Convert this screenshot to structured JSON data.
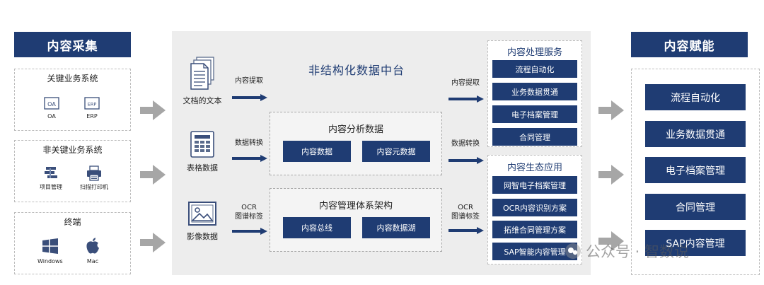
{
  "left": {
    "header": "内容采集",
    "groups": [
      {
        "title": "关键业务系统",
        "items": [
          {
            "icon_text": "OA",
            "label": "OA"
          },
          {
            "icon_text": "ERP",
            "label": "ERP"
          }
        ]
      },
      {
        "title": "非关键业务系统",
        "items": [
          {
            "label": "项目管理"
          },
          {
            "label": "扫描打印机"
          }
        ]
      },
      {
        "title": "终端",
        "items": [
          {
            "label": "Windows"
          },
          {
            "label": "Mac"
          }
        ]
      }
    ]
  },
  "center": {
    "title": "非结构化数据中台",
    "sources": [
      {
        "label": "文档的文本",
        "icon": "document-icon"
      },
      {
        "label": "表格数据",
        "icon": "table-icon"
      },
      {
        "label": "影像数据",
        "icon": "image-icon"
      }
    ],
    "flows_in": [
      {
        "line1": "内容提取",
        "line2": ""
      },
      {
        "line1": "数据转换",
        "line2": ""
      },
      {
        "line1": "OCR",
        "line2": "图谱标签"
      }
    ],
    "boxes": [
      {
        "title": "内容分析数据",
        "buttons": [
          "内容数据",
          "内容元数据"
        ]
      },
      {
        "title": "内容管理体系架构",
        "buttons": [
          "内容总线",
          "内容数据湖"
        ]
      }
    ],
    "flows_out": [
      {
        "line1": "内容提取",
        "line2": ""
      },
      {
        "line1": "数据转换",
        "line2": ""
      },
      {
        "line1": "OCR",
        "line2": "图谱标签"
      }
    ]
  },
  "services": {
    "process": {
      "title": "内容处理服务",
      "items": [
        "流程自动化",
        "业务数据贯通",
        "电子档案管理",
        "合同管理"
      ]
    },
    "eco": {
      "title": "内容生态应用",
      "items": [
        "网智电子档案管理",
        "OCR内容识别方案",
        "拓维合同管理方案",
        "SAP智能内容管理"
      ]
    }
  },
  "right": {
    "header": "内容赋能",
    "items": [
      "流程自动化",
      "业务数据贯通",
      "电子档案管理",
      "合同管理",
      "SAP内容管理"
    ]
  },
  "watermark": "公众号 · 智数说",
  "colors": {
    "navy": "#1f3c73",
    "panel": "#ededed",
    "arrow_gray": "#a6a6a6"
  }
}
